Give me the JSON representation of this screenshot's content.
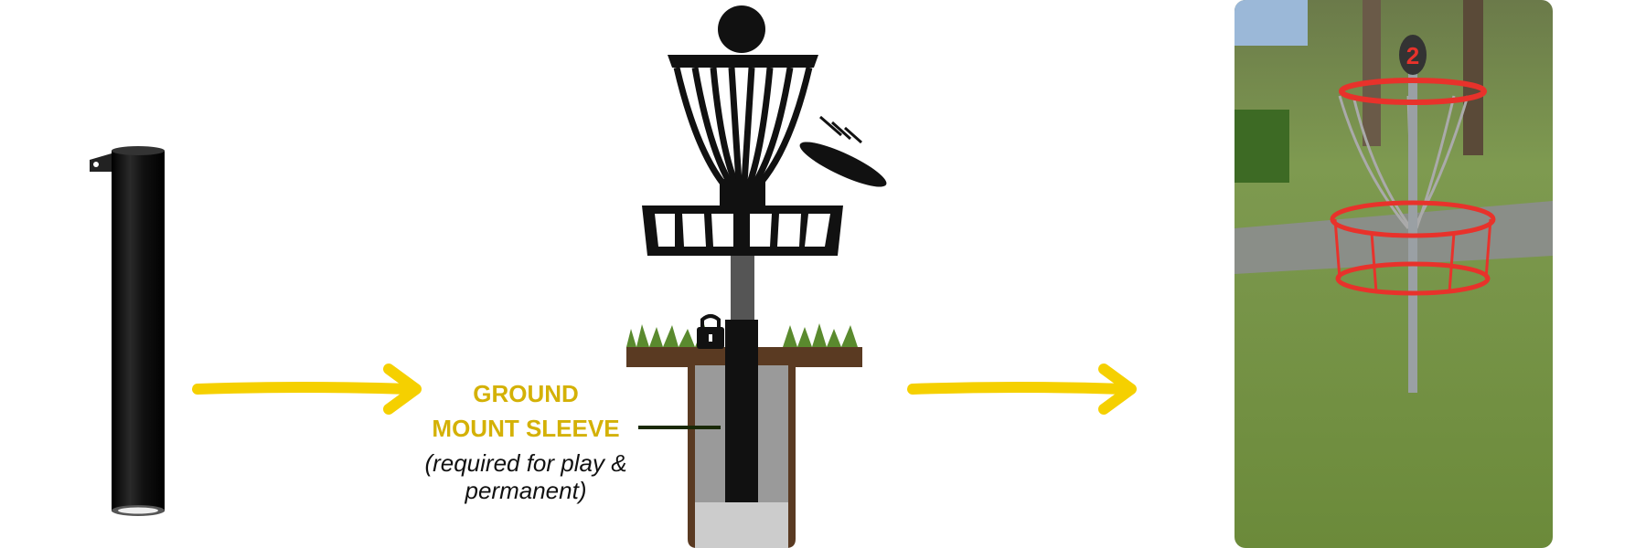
{
  "label": {
    "line1": "GROUND",
    "line2": "MOUNT SLEEVE",
    "line3": "(required for play &",
    "line4": "permanent)"
  },
  "colors": {
    "accent": "#d4b106",
    "arrow": "#f5d000",
    "basket_red": "#e8322b",
    "grass": "#5a8a2e",
    "soil": "#5a3a22"
  },
  "photo": {
    "hole_number": "2"
  }
}
